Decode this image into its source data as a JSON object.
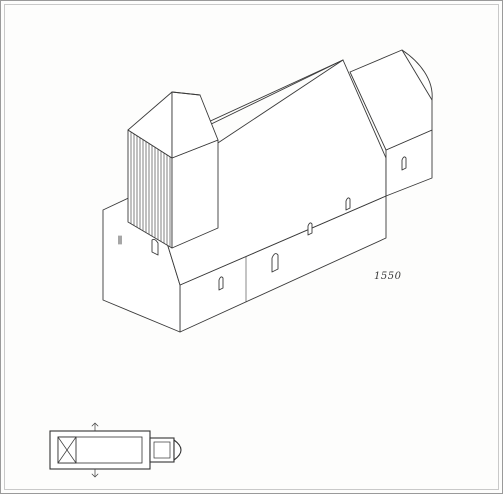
{
  "drawing": {
    "subject": "church-building",
    "style": "pen-sketch",
    "ink_color": "#3a3a3a",
    "paper_color": "#fdfdfc",
    "date_annotation": "1550"
  }
}
